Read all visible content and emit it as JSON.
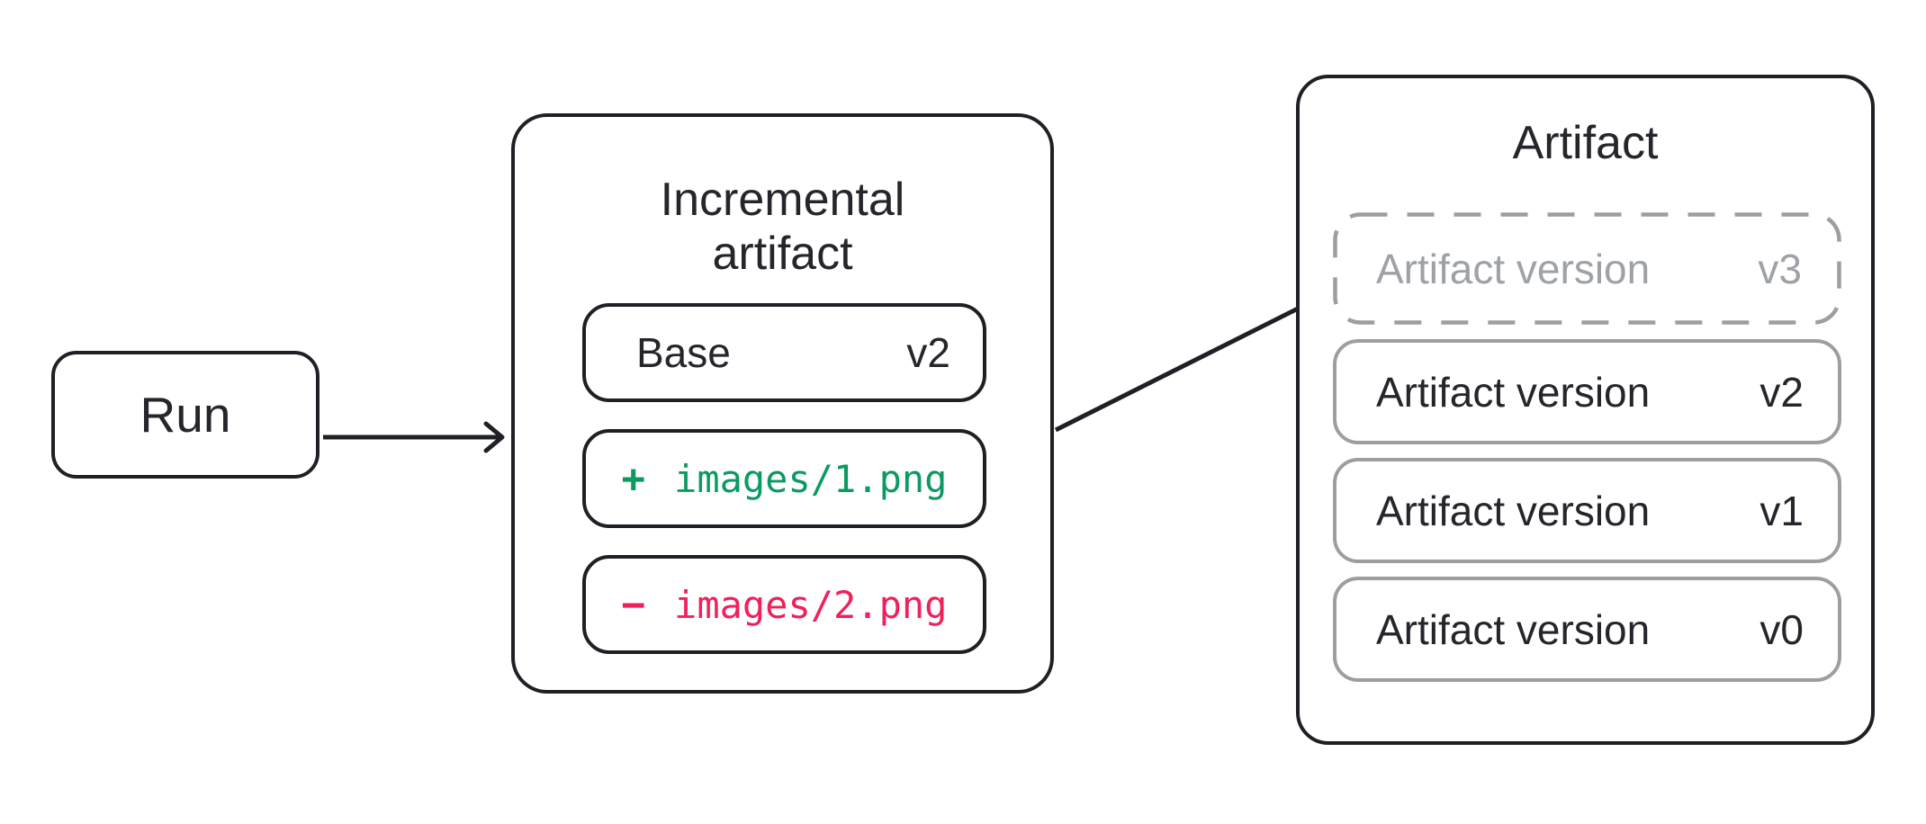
{
  "run": {
    "label": "Run"
  },
  "incremental": {
    "title": "Incremental artifact",
    "base": {
      "label": "Base",
      "version": "v2"
    },
    "added": {
      "sign": "+",
      "path": "images/1.png"
    },
    "removed": {
      "sign": "−",
      "path": "images/2.png"
    }
  },
  "artifact": {
    "title": "Artifact",
    "pending": {
      "label": "Artifact version",
      "version": "v3"
    },
    "versions": [
      {
        "label": "Artifact version",
        "version": "v2"
      },
      {
        "label": "Artifact version",
        "version": "v1"
      },
      {
        "label": "Artifact version",
        "version": "v0"
      }
    ]
  },
  "colors": {
    "added": "#0d9a62",
    "removed": "#f0215a",
    "stroke": "#1d2024",
    "text": "#24262b",
    "muted_text": "#9ea2a7",
    "muted_border": "#9c9ea1"
  }
}
